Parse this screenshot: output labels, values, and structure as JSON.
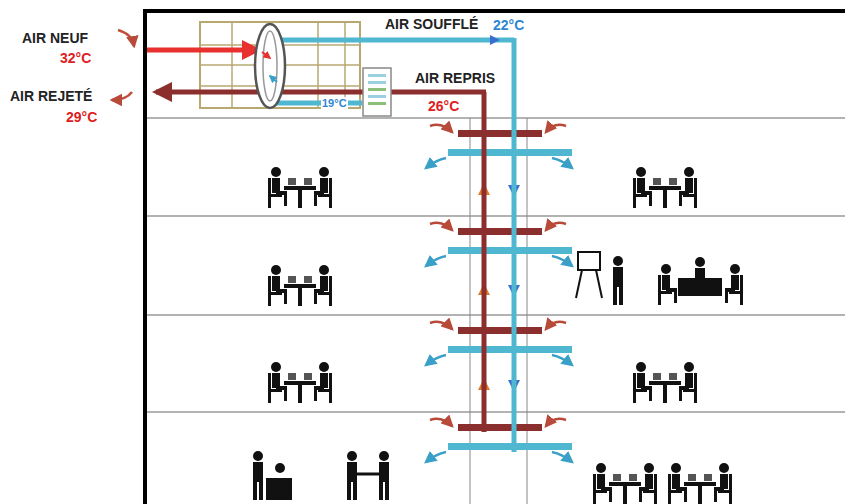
{
  "diagram": {
    "labels": [
      "AIR NEUF",
      "32°C",
      "AIR SOUFFLÉ",
      "22°C",
      "AIR REJETÉ",
      "29°C",
      "AIR REPRIS",
      "19°C",
      "26°C"
    ]
  }
}
